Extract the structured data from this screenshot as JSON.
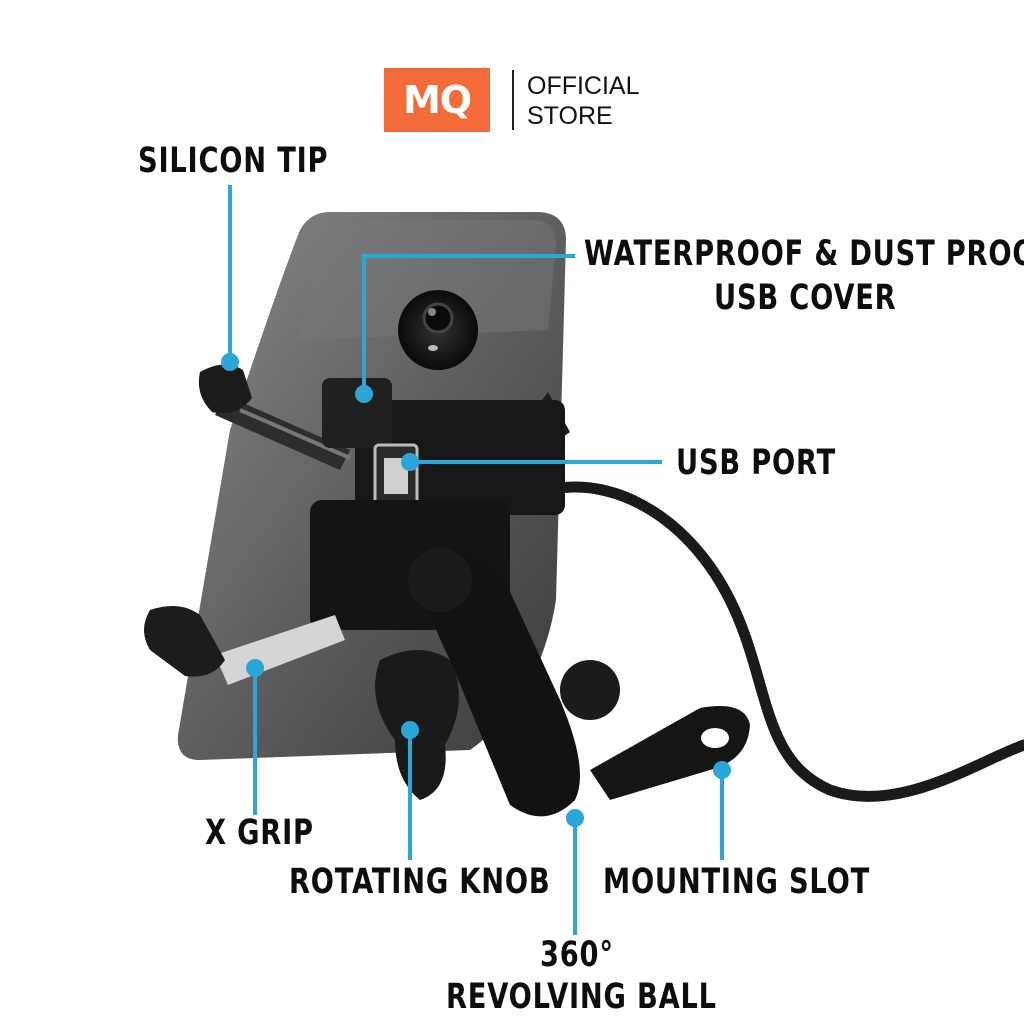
{
  "brand": {
    "logo_text": "MQ",
    "line1": "OFFICIAL",
    "line2": "STORE",
    "accent": "#F26B38"
  },
  "callouts": {
    "silicon_tip": "SILICON TIP",
    "waterproof_line1": "WATERPROOF & DUST PROOF",
    "waterproof_line2": "USB COVER",
    "usb_port": "USB PORT",
    "x_grip": "X GRIP",
    "rotating_knob": "ROTATING KNOB",
    "mounting_slot": "MOUNTING SLOT",
    "revolving_line1": "360°",
    "revolving_line2": "REVOLVING BALL"
  },
  "colors": {
    "leader_line": "#2AA7D8",
    "label_text": "#0d0d0d"
  }
}
